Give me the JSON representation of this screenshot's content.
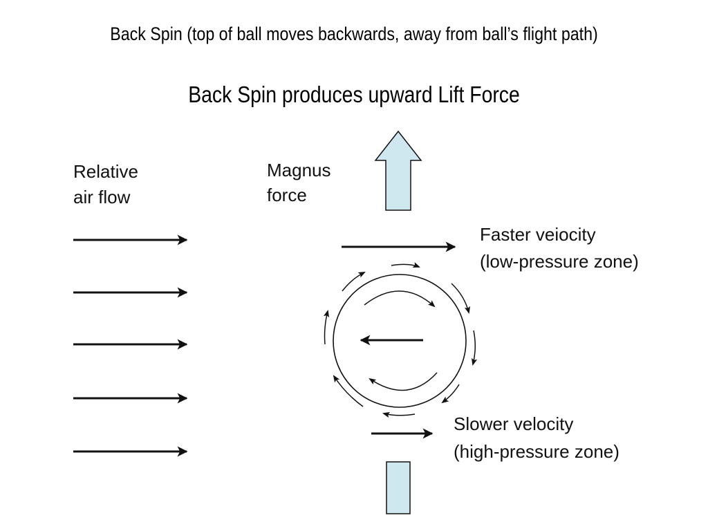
{
  "slide": {
    "title": "Back Spin (top of ball moves backwards, away from ball’s flight  path)",
    "subtitle": "Back Spin produces upward Lift Force"
  },
  "diagram": {
    "relative_air_flow": {
      "line1": "Relative",
      "line2": "air flow"
    },
    "magnus_force": {
      "line1": "Magnus",
      "line2": "force"
    },
    "faster_velocity": {
      "line1": "Faster veiocity",
      "line2": "(low-pressure zone)"
    },
    "slower_velocity": {
      "line1": "Slower velocity",
      "line2": "(high-pressure zone)"
    },
    "colors": {
      "force_arrow_fill": "#cfe8ef",
      "stroke": "#111111"
    }
  }
}
